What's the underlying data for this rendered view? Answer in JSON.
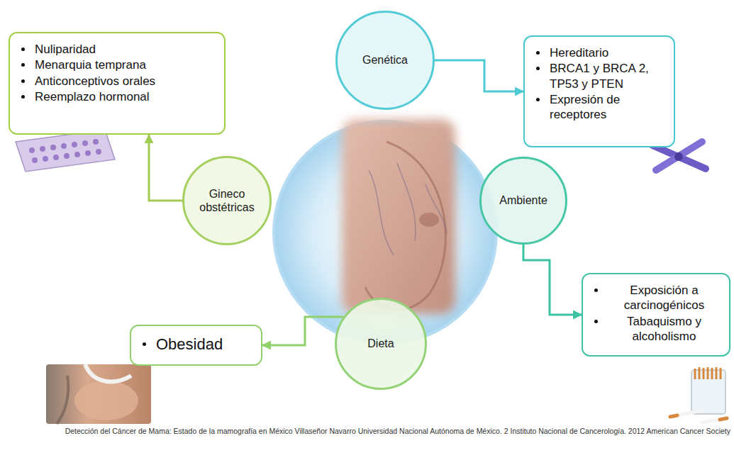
{
  "diagram": {
    "caption": "Detección del Cáncer de Mama: Estado de la mamografía en México Villaseñor Navarro Universidad Nacional Autónoma de México. 2 Instituto Nacional de Cancerología. 2012 American Cancer Society",
    "nodes": [
      {
        "text": [
          "Genética"
        ]
      },
      {
        "text": [
          "Hereditario",
          "BRCA1 y BRCA 2, TP53 y PTEN",
          "Expresión de receptores"
        ]
      },
      {
        "text": [
          "Gineco obstétricas"
        ]
      },
      {
        "text": [
          "Nuliparidad",
          "Menarquia temprana",
          "Anticonceptivos orales",
          "Reemplazo hormonal"
        ]
      },
      {
        "text": [
          "Ambiente"
        ]
      },
      {
        "text": [
          "Exposición a carcinogénicos",
          "Tabaquismo y alcoholismo"
        ]
      },
      {
        "text": [
          "Dieta"
        ]
      },
      {
        "text": [
          "Obesidad"
        ]
      }
    ],
    "edges": [
      {
        "from": 0,
        "to": 1,
        "arrow": "to"
      },
      {
        "from": 2,
        "to": 3,
        "arrow": "to"
      },
      {
        "from": 4,
        "to": 5,
        "arrow": "to"
      },
      {
        "from": 6,
        "to": 7,
        "arrow": "to"
      }
    ]
  }
}
